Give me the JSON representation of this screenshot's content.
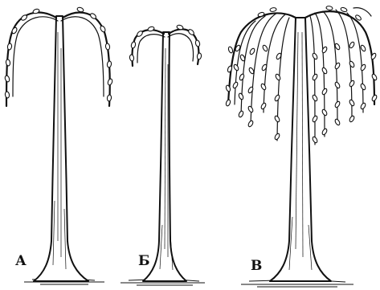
{
  "figure": {
    "trees": [
      {
        "id": "a",
        "label": "А"
      },
      {
        "id": "b",
        "label": "Б"
      },
      {
        "id": "c",
        "label": "В"
      }
    ]
  }
}
